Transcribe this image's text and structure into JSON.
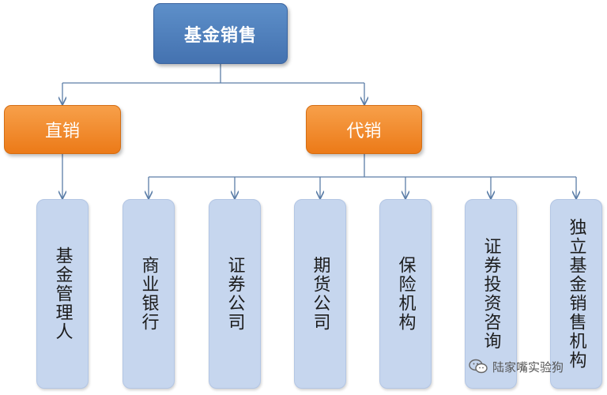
{
  "root": {
    "label": "基金销售"
  },
  "branches": {
    "direct": {
      "label": "直销"
    },
    "agency": {
      "label": "代销"
    }
  },
  "leaves": {
    "fund_manager": "基金管理人",
    "commercial_bank": "商业银行",
    "securities_company": "证券公司",
    "futures_company": "期货公司",
    "insurance_institution": "保险机构",
    "securities_investment_consulting": "证券投资咨询",
    "independent_fund_sales": "独立基金销售机构"
  },
  "watermark": {
    "text": "陆家嘴实验狗",
    "icon": "wechat-icon"
  },
  "colors": {
    "root_fill": "#4f81bd",
    "branch_fill": "#f08a2c",
    "leaf_fill": "#c6d6ee",
    "connector": "#5c7ea8"
  }
}
